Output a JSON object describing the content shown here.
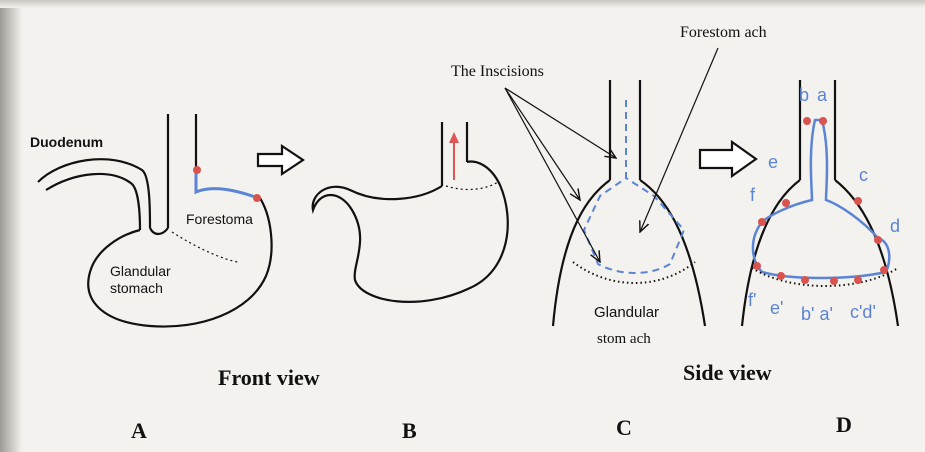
{
  "colors": {
    "outline": "#111111",
    "accent_blue": "#5b84d4",
    "marker_red": "#d9534f",
    "arrow_red": "#e05555"
  },
  "panel_a": {
    "duodenum": "Duodenum",
    "forestomach": "Forestoma",
    "glandular_line1": "Glandular",
    "glandular_line2": "stomach",
    "panel_letter": "A"
  },
  "panel_b": {
    "panel_letter": "B"
  },
  "panel_c": {
    "incisions": "The Inscisions",
    "forestomach": "Forestom ach",
    "glandular_line1": "Glandular",
    "glandular_line2": "stom ach",
    "panel_letter": "C"
  },
  "panel_d": {
    "top_b": "b",
    "top_a": "a",
    "e": "e",
    "f": "f",
    "c": "c",
    "d": "d",
    "bottom_f": "f'",
    "bottom_e": "e'",
    "bottom_ba": "b' a'",
    "bottom_cd": "c'd'",
    "panel_letter": "D"
  },
  "view_titles": {
    "front": "Front view",
    "side": "Side view"
  },
  "icons": [
    "right-hollow-arrow-icon",
    "red-up-arrow-icon"
  ]
}
